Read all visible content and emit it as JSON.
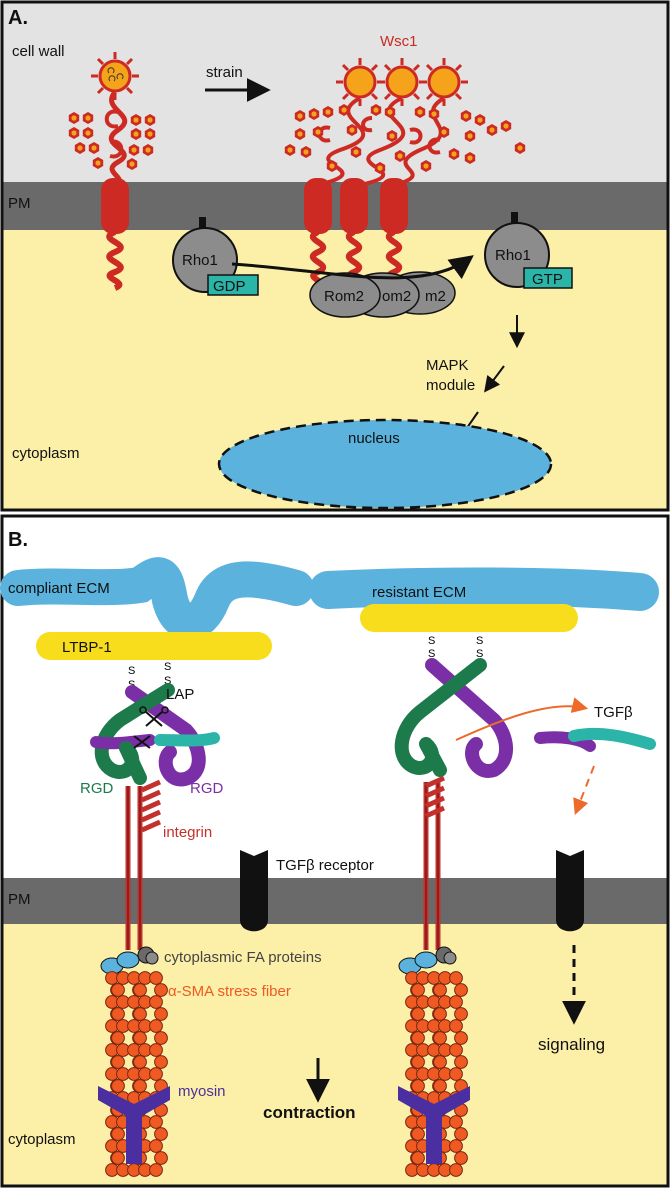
{
  "panel_a": {
    "title": "A.",
    "cell_wall": "cell wall",
    "pm": "PM",
    "cytoplasm": "cytoplasm",
    "strain": "strain",
    "wsc1": "Wsc1",
    "rho1_left": "Rho1",
    "gdp": "GDP",
    "rom2_a": "Rom2",
    "rom2_b": "om2",
    "rom2_c": "m2",
    "rho1_right": "Rho1",
    "gtp": "GTP",
    "mapk_line1": "MAPK",
    "mapk_line2": "module",
    "nucleus": "nucleus"
  },
  "panel_b": {
    "title": "B.",
    "compliant_ecm": "compliant ECM",
    "resistant_ecm": "resistant ECM",
    "ltbp1": "LTBP-1",
    "s1": "S",
    "s2": "S",
    "lap": "LAP",
    "tgfb": "TGFβ",
    "rgd_green": "RGD",
    "rgd_purple": "RGD",
    "integrin": "integrin",
    "tgfb_receptor": "TGFβ receptor",
    "pm": "PM",
    "fa_proteins": "cytoplasmic FA proteins",
    "sma_fiber": "α-SMA stress fiber",
    "myosin": "myosin",
    "contraction": "contraction",
    "signaling": "signaling",
    "cytoplasm": "cytoplasm"
  },
  "colors": {
    "cell_wall": "#e3e3e3",
    "membrane": "#6a6a6a",
    "cytoplasm": "#fcefa8",
    "wsc1_red": "#cc2a22",
    "wsc1_orange": "#f5a31a",
    "gtpase_gray": "#8c8c8c",
    "nucleotide_teal": "#2bb5a8",
    "nucleus_blue": "#5ab2dd",
    "ecm_blue": "#5ab2dd",
    "ltbp_yellow": "#f8dd1c",
    "lap_green": "#1d7a4a",
    "lap_purple": "#7b2fa6",
    "tgfb_teal": "#2bb5a8",
    "integrin_red": "#c4302b",
    "actin_orange": "#ee5a22",
    "myosin_purple": "#4b2fa0",
    "tgfb_arrow": "#ee6a2a",
    "fa_blue": "#5ab2dd"
  }
}
